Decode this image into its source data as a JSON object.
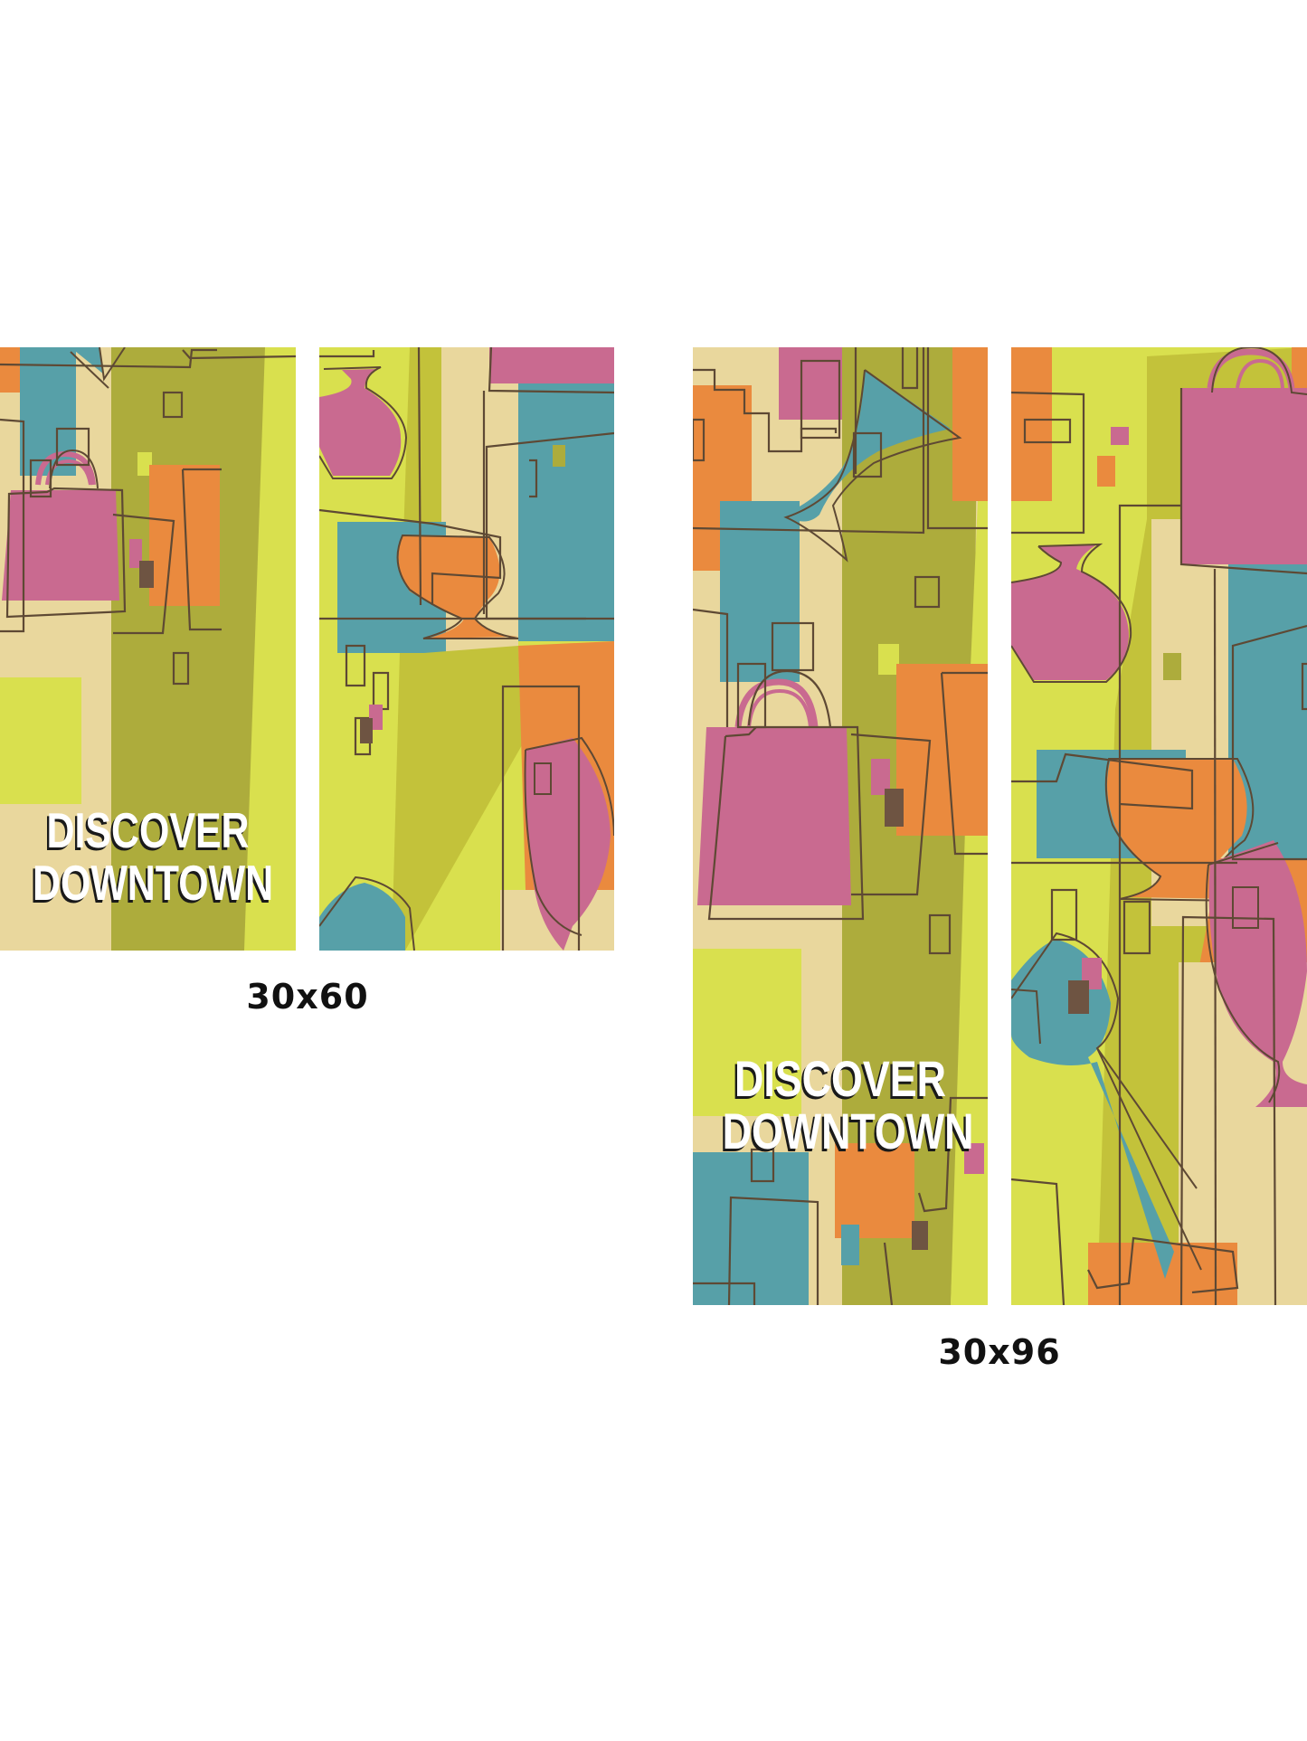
{
  "colors": {
    "pink": "#C96A90",
    "orange": "#EA8A3E",
    "teal": "#57A0A8",
    "olive": "#ADAC3C",
    "lime": "#D9E04E",
    "chartreuse": "#C3C23A",
    "cream": "#E9D79D",
    "line": "#5E4934",
    "text": "#FFFFFF",
    "text_shadow": "#1A1A1A",
    "label": "#111111",
    "background": "#FFFFFF"
  },
  "banners": {
    "set_30x60": {
      "size_label": "30x60",
      "panels": [
        {
          "id": "30x60-left",
          "headline": {
            "line1": "DISCOVER",
            "line2": "DOWNTOWN"
          },
          "motifs": [
            "shopping-bag",
            "martini-glass-partial"
          ]
        },
        {
          "id": "30x60-right",
          "motifs": [
            "vase",
            "snifter-glass",
            "wine-glass",
            "tumbled-wine-glass"
          ]
        }
      ]
    },
    "set_30x96": {
      "size_label": "30x96",
      "panels": [
        {
          "id": "30x96-left",
          "headline": {
            "line1": "DISCOVER",
            "line2": "DOWNTOWN"
          },
          "motifs": [
            "martini-glass",
            "shopping-bag"
          ]
        },
        {
          "id": "30x96-right",
          "motifs": [
            "shopping-bag",
            "vase",
            "snifter-glass",
            "wine-glass",
            "tumbled-wine-glass"
          ]
        }
      ]
    }
  }
}
